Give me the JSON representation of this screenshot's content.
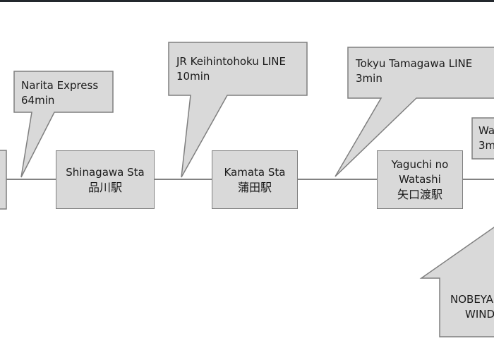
{
  "colors": {
    "box_fill": "#d9d9d9",
    "box_border": "#7f7f7f",
    "line": "#595959",
    "top_bar": "#23282d"
  },
  "stations": [
    {
      "name_en": "Shinagawa Sta",
      "name_jp": "品川駅"
    },
    {
      "name_en": "Kamata Sta",
      "name_jp": "蒲田駅"
    },
    {
      "name_en": "Yaguchi no",
      "name_en2": "Watashi",
      "name_jp": "矢口渡駅"
    }
  ],
  "routes": [
    {
      "line": "Narita Express",
      "time": "64min"
    },
    {
      "line": "JR Keihintohoku LINE",
      "time": "10min"
    },
    {
      "line": "Tokyu Tamagawa LINE",
      "time": "3min"
    },
    {
      "line": "Wa",
      "time": "3m"
    }
  ],
  "destination": {
    "line1": "NOBEYA",
    "line2": "WIND"
  }
}
